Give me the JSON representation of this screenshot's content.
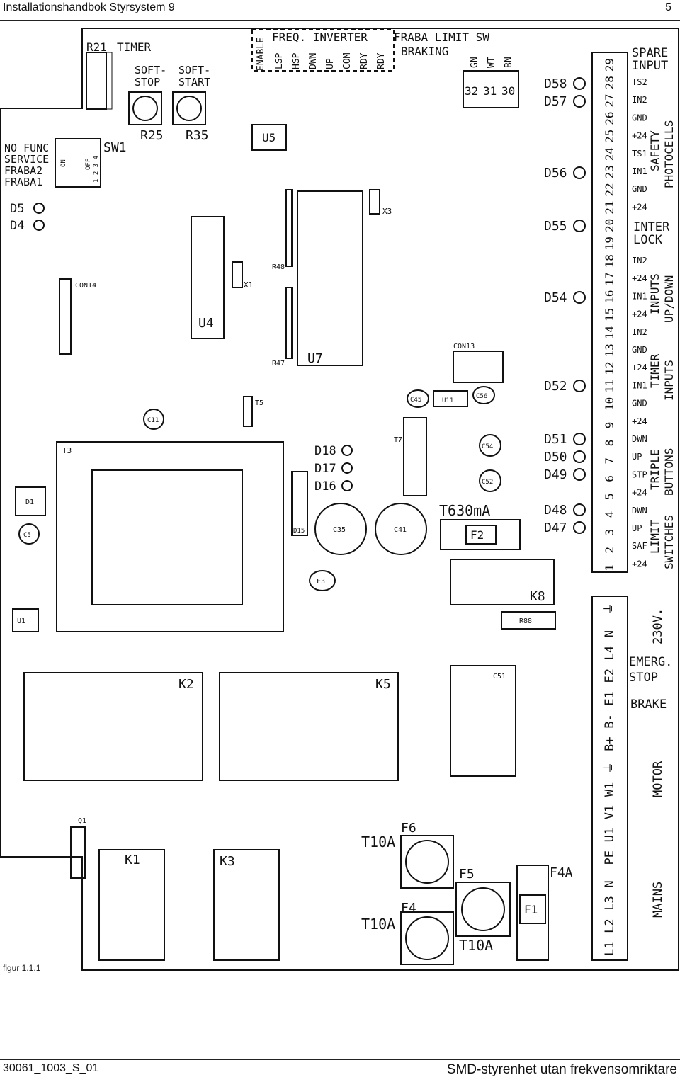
{
  "header": {
    "title": "Installationshandbok Styrsystem 9",
    "page": "5"
  },
  "footer": {
    "doc_id": "30061_1003_S_01",
    "title": "SMD-styrenhet utan frekvensomriktare"
  },
  "figure_caption": "figur 1.1.1",
  "board": {
    "r21": "R21",
    "timer": "TIMER",
    "soft_stop": [
      "SOFT-",
      "STOP"
    ],
    "soft_start": [
      "SOFT-",
      "START"
    ],
    "r25": "R25",
    "r35": "R35",
    "sw1": "SW1",
    "sw_labels": [
      "NO FUNC",
      "SERVICE",
      "FRABA2",
      "FRABA1"
    ],
    "sw_on": "ON",
    "sw_off": "OFF",
    "sw_nums": "1 2 3 4",
    "d5": "D5",
    "d4": "D4",
    "u5": "U5",
    "u4": "U4",
    "u7": "U7",
    "x1": "X1",
    "x3": "X3",
    "r48": "R48",
    "r47": "R47",
    "con14": "CON14",
    "con13": "CON13",
    "t5": "T5",
    "t3": "T3",
    "t7": "T7",
    "c11": "C11",
    "c5": "C5",
    "d1": "D1",
    "u1": "U1",
    "c45": "C45",
    "u11": "U11",
    "c56": "C56",
    "c54": "C54",
    "c52": "C52",
    "d18": "D18",
    "d17": "D17",
    "d16": "D16",
    "d15": "D15",
    "c35": "C35",
    "c41": "C41",
    "f3": "F3",
    "t630": "T630mA",
    "f2": "F2",
    "k8": "K8",
    "r88": "R88",
    "c51": "C51",
    "k2": "K2",
    "k5": "K5",
    "k1": "K1",
    "k3": "K3",
    "q1": "Q1",
    "f6": "F6",
    "f5": "F5",
    "f4": "F4",
    "f4a": "F4A",
    "f1": "F1",
    "t10a_1": "T10A",
    "t10a_2": "T10A",
    "t10a_3": "T10A",
    "top_enable": "ENABLE",
    "freq_title": "FREQ. INVERTER",
    "freq_pins": [
      "LSP",
      "HSP",
      "DWN",
      "UP",
      "COM",
      "RDY",
      "RDY"
    ],
    "fraba_title": "FRABA LIMIT SW",
    "fraba_braking": "BRAKING",
    "fraba_pins": [
      "GN",
      "WT",
      "BN"
    ],
    "fraba_nums": [
      "32",
      "31",
      "30"
    ],
    "leds_right": [
      "D58",
      "D57",
      "D56",
      "D55",
      "D54",
      "D52",
      "D51",
      "D50",
      "D49",
      "D48",
      "D47"
    ],
    "terminal_nums": [
      "29",
      "28",
      "27",
      "26",
      "25",
      "24",
      "23",
      "22",
      "21",
      "20",
      "19",
      "18",
      "17",
      "16",
      "15",
      "14",
      "13",
      "12",
      "11",
      "10",
      "9",
      "8",
      "7",
      "6",
      "5",
      "4",
      "3",
      "2",
      "1"
    ],
    "terminal_sigs": [
      "TS2",
      "IN2",
      "GND",
      "+24",
      "TS1",
      "IN1",
      "GND",
      "+24",
      "",
      "",
      "IN2",
      "+24",
      "IN1",
      "+24",
      "IN2",
      "GND",
      "+24",
      "IN1",
      "GND",
      "+24",
      "DWN",
      "UP",
      "STP",
      "+24",
      "DWN",
      "UP",
      "SAF",
      "+24"
    ],
    "group_spare": [
      "SPARE",
      "INPUT"
    ],
    "group_safety": [
      "SAFETY",
      "PHOTOCELLS"
    ],
    "group_interlock": [
      "INTER",
      "LOCK"
    ],
    "group_updown": [
      "INPUTS",
      "UP/DOWN"
    ],
    "group_timer": [
      "TIMER",
      "INPUTS"
    ],
    "group_triple": [
      "TRIPLE",
      "BUTTONS"
    ],
    "group_limit": [
      "LIMIT",
      "SWITCHES"
    ],
    "power_terms": [
      "⏚",
      "N",
      "L4",
      "E2",
      "E1",
      "B-",
      "B+",
      "⏚",
      "W1",
      "V1",
      "U1",
      "PE",
      "N",
      "L3",
      "L2",
      "L1"
    ],
    "group_230v": "230V.",
    "group_emerg": [
      "EMERG.",
      "STOP"
    ],
    "group_brake": "BRAKE",
    "group_motor": "MOTOR",
    "group_mains": "MAINS"
  }
}
